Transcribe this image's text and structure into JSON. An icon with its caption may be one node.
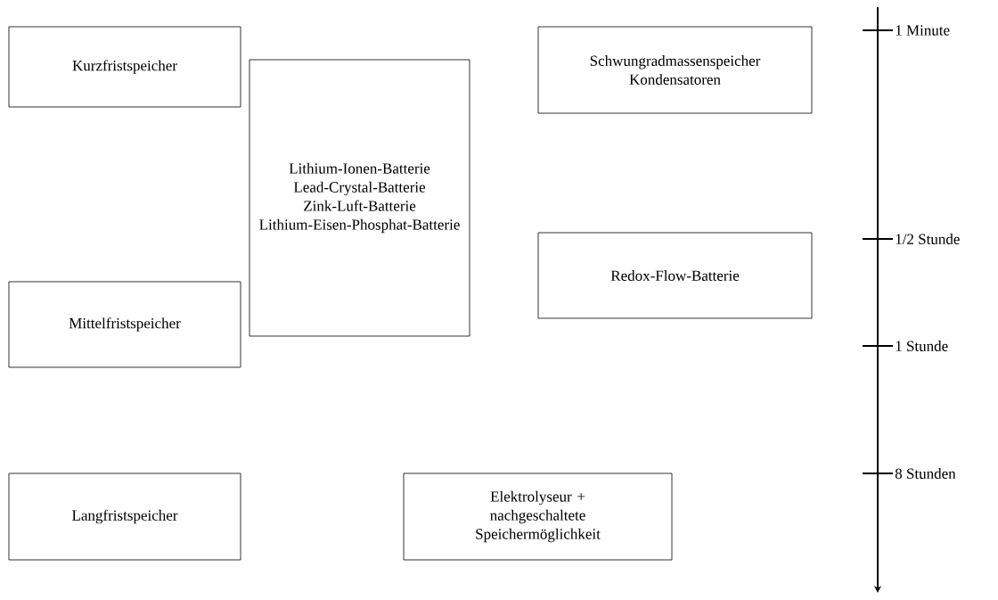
{
  "diagram": {
    "nodes": [
      {
        "text": [
          "Kurzfristspeicher"
        ]
      },
      {
        "text": [
          "Mittelfristspeicher"
        ]
      },
      {
        "text": [
          "Langfristspeicher"
        ]
      },
      {
        "text": [
          "Lithium-Ionen-Batterie",
          "Lead-Crystal-Batterie",
          "Zink-Luft-Batterie",
          "Lithium-Eisen-Phosphat-Batterie"
        ]
      },
      {
        "text": [
          "Schwungradmassenspeicher",
          "Kondensatoren"
        ]
      },
      {
        "text": [
          "Redox-Flow-Batterie"
        ]
      },
      {
        "text": [
          "Elektrolyseur + nachgeschaltete Speichermöglichkeit"
        ]
      }
    ],
    "edges": [],
    "labels": [
      "1 Minute",
      "1/2 Stunde",
      "1 Stunde",
      "8 Stunden"
    ]
  }
}
